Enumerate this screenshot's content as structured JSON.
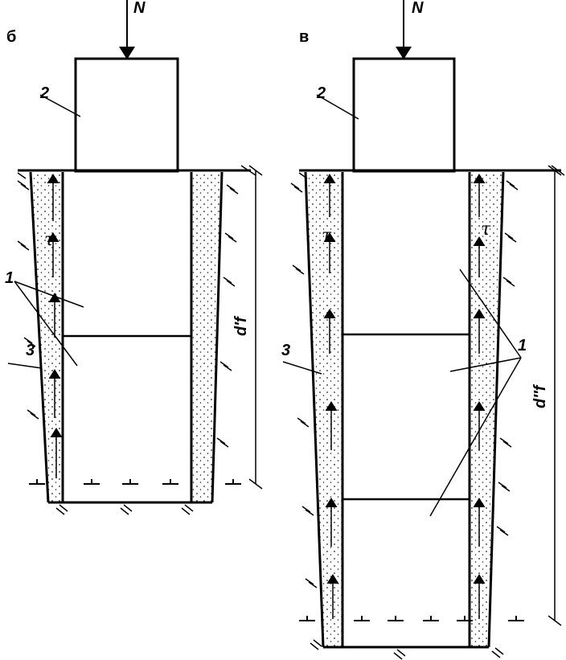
{
  "panels": [
    {
      "label": "б",
      "load": "N",
      "pile_label": "2",
      "shell_label": "3",
      "segment_label": "1",
      "shear": "τ",
      "depth_label": "d′f"
    },
    {
      "label": "в",
      "load": "N",
      "pile_label": "2",
      "shell_label": "3",
      "segment_label": "1",
      "shear": "τ",
      "depth_label": "d″f"
    }
  ],
  "colors": {
    "ink": "#000000",
    "paper": "#ffffff",
    "stipple": "#222222"
  }
}
